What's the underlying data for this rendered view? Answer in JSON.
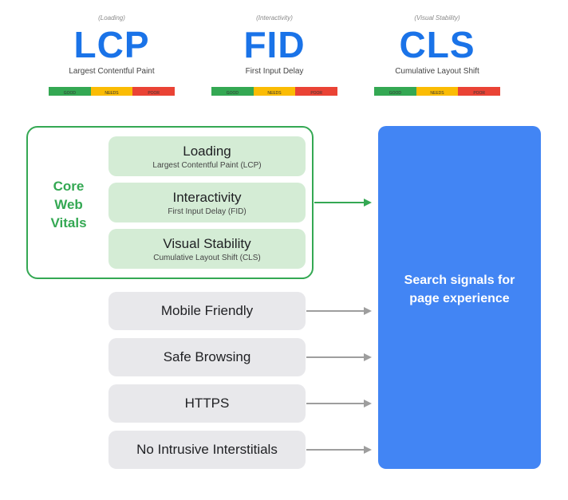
{
  "metrics": [
    {
      "category": "(Loading)",
      "acronym": "LCP",
      "name": "Largest Contentful Paint"
    },
    {
      "category": "(Interactivity)",
      "acronym": "FID",
      "name": "First Input Delay"
    },
    {
      "category": "(Visual Stability)",
      "acronym": "CLS",
      "name": "Cumulative Layout Shift"
    }
  ],
  "scale": {
    "good": "GOOD",
    "needs": "NEEDS",
    "poor": "POOR"
  },
  "core_web_vitals": {
    "label_lines": [
      "Core",
      "Web",
      "Vitals"
    ],
    "items": [
      {
        "title": "Loading",
        "subtitle": "Largest Contentful Paint (LCP)"
      },
      {
        "title": "Interactivity",
        "subtitle": "First Input Delay (FID)"
      },
      {
        "title": "Visual Stability",
        "subtitle": "Cumulative Layout Shift (CLS)"
      }
    ]
  },
  "other_signals": [
    "Mobile Friendly",
    "Safe Browsing",
    "HTTPS",
    "No Intrusive Interstitials"
  ],
  "result": "Search signals for page experience",
  "colors": {
    "blue": "#4285f4",
    "green": "#34a853",
    "yellow": "#fbbc04",
    "red": "#ea4335",
    "acronym": "#1a73e8"
  }
}
